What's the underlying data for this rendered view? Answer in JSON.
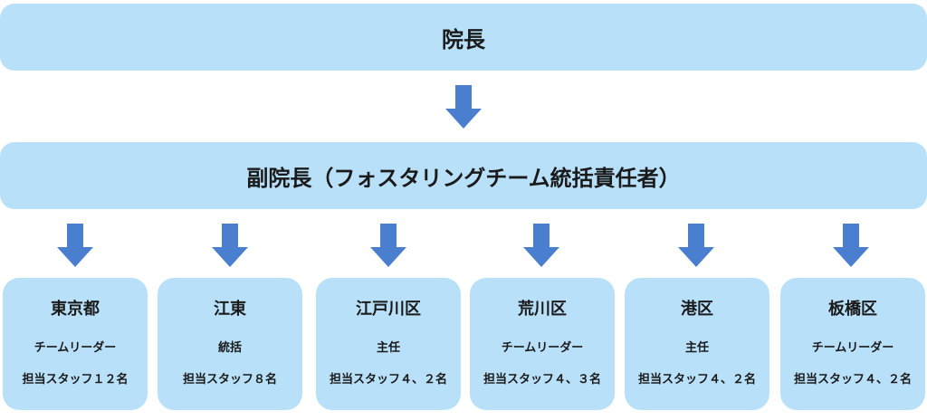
{
  "top": {
    "label": "院長"
  },
  "middle": {
    "label": "副院長（フォスタリングチーム統括責任者）"
  },
  "colors": {
    "box_fill": "#b8e0f9",
    "arrow": "#4a7fd0"
  },
  "units": [
    {
      "name": "東京都",
      "role": "チームリーダー",
      "staff": "担当スタッフ１２名"
    },
    {
      "name": "江東",
      "role": "統括",
      "staff": "担当スタッフ８名"
    },
    {
      "name": "江戸川区",
      "role": "主任",
      "staff": "担当スタッフ４、２名"
    },
    {
      "name": "荒川区",
      "role": "チームリーダー",
      "staff": "担当スタッフ４、３名"
    },
    {
      "name": "港区",
      "role": "主任",
      "staff": "担当スタッフ４、２名"
    },
    {
      "name": "板橋区",
      "role": "チームリーダー",
      "staff": "担当スタッフ４、２名"
    }
  ]
}
